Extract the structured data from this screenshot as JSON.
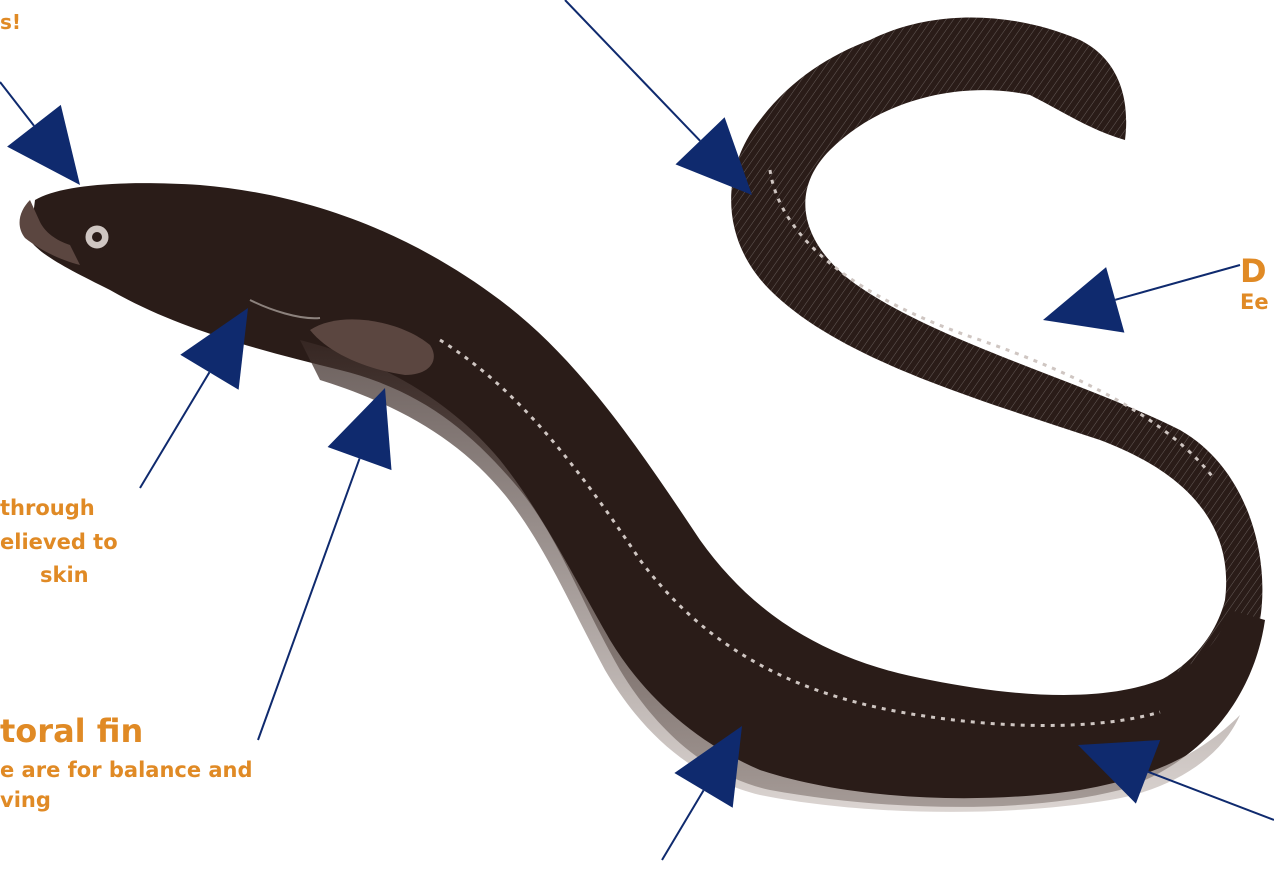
{
  "labels": {
    "mouth_text": "s!",
    "skin": {
      "line1": "through",
      "line2": "elieved to",
      "line3": "skin"
    },
    "pectoral": {
      "title": "toral fin",
      "line1": "e are for balance and",
      "line2": "ving"
    },
    "dorsal": {
      "title": "D",
      "line1": "Ee"
    }
  },
  "colors": {
    "label": "#E08A25",
    "pointer": "#0F2A6E",
    "eel_dark": "#2A1C18",
    "eel_mid": "#5B4640",
    "eel_light": "#CFC6C2"
  }
}
